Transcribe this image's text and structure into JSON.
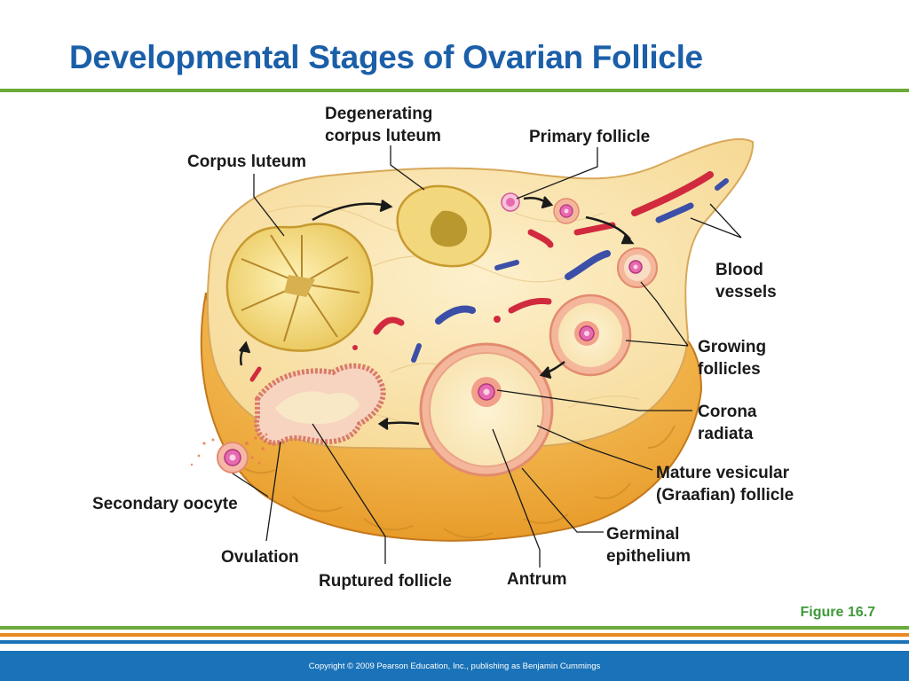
{
  "slide": {
    "title": "Developmental Stages of Ovarian Follicle",
    "figure_ref": "Figure 16.7",
    "copyright": "Copyright © 2009 Pearson Education, Inc., publishing as Benjamin Cummings"
  },
  "labels": {
    "degenerating_corpus_luteum": [
      "Degenerating",
      "corpus luteum"
    ],
    "primary_follicle": "Primary follicle",
    "corpus_luteum": "Corpus luteum",
    "blood_vessels": [
      "Blood",
      "vessels"
    ],
    "growing_follicles": [
      "Growing",
      "follicles"
    ],
    "corona_radiata": [
      "Corona",
      "radiata"
    ],
    "mature_follicle": [
      "Mature vesicular",
      "(Graafian) follicle"
    ],
    "secondary_oocyte": "Secondary oocyte",
    "germinal_epithelium": [
      "Germinal",
      "epithelium"
    ],
    "ovulation": "Ovulation",
    "ruptured_follicle": "Ruptured follicle",
    "antrum": "Antrum"
  },
  "colors": {
    "title": "#1b5fa8",
    "accent_green": "#6aaa3a",
    "accent_orange": "#e8891f",
    "accent_blue": "#1a73b8",
    "ovary_stroma": "#fbe6b0",
    "epithelium": "#f5b84a",
    "oocyte": "#e76ab0"
  }
}
